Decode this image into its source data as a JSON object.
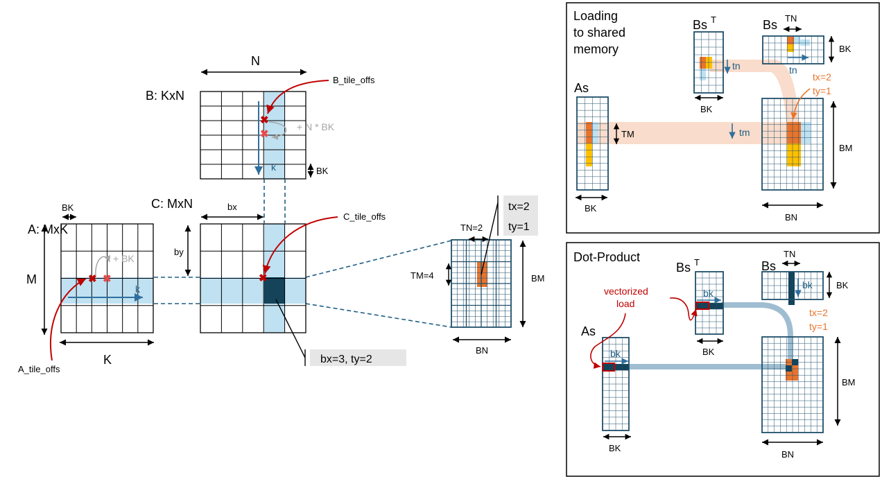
{
  "colors": {
    "grid_line": "#1f4e6a",
    "light_blue": "#bfe1f2",
    "dark_navy": "#14435a",
    "orange": "#e8742c",
    "light_orange": "#f9dccb",
    "yellow": "#ffc000",
    "red": "#c00000",
    "arrow_blue": "#2e6f9e",
    "gray": "#a6a6a6",
    "path_blue": "#7fa7c2",
    "callout_box": "#e6e6e6"
  },
  "left": {
    "a_label": "A: MxK",
    "a_bk": "BK",
    "a_m": "M",
    "a_k": "K",
    "a_k_arrow": "k",
    "a_plus_bk": "+ BK",
    "a_tile_offs": "A_tile_offs",
    "b_label": "B: KxN",
    "b_n": "N",
    "b_k_arrow": "k",
    "b_bk": "BK",
    "b_plus_nbk": "+ N * BK",
    "b_tile_offs": "B_tile_offs",
    "c_label": "C: MxN",
    "c_bx": "bx",
    "c_by": "by",
    "c_tile_offs": "C_tile_offs",
    "c_callout": "bx=3, ty=2"
  },
  "middle": {
    "tn": "TN=2",
    "tm": "TM=4",
    "bm": "BM",
    "bn": "BN",
    "callout_tx": "tx=2",
    "callout_ty": "ty=1"
  },
  "panel_top": {
    "title_line1": "Loading",
    "title_line2": "to shared",
    "title_line3": "memory",
    "bst": "Bs",
    "bst_sup": "T",
    "bs": "Bs",
    "tn": "TN",
    "bk_right": "BK",
    "bk_bst": "BK",
    "tn_arrow_bst": "tn",
    "tn_arrow_bs": "tn",
    "as": "As",
    "tm": "TM",
    "tm_arrow": "tm",
    "bk_as": "BK",
    "bm": "BM",
    "bn": "BN",
    "tx": "tx=2",
    "ty": "ty=1"
  },
  "panel_bottom": {
    "title": "Dot-Product",
    "bst": "Bs",
    "bst_sup": "T",
    "bs": "Bs",
    "tn": "TN",
    "bk_right": "BK",
    "bk_arrow_bs": "bk",
    "bk_arrow_bst": "bk",
    "bk_bst": "BK",
    "vectorized_line1": "vectorized",
    "vectorized_line2": "load",
    "as": "As",
    "bk_arrow_as": "bk",
    "bk_as": "BK",
    "bm": "BM",
    "bn": "BN",
    "tx": "tx=2",
    "ty": "ty=1"
  }
}
